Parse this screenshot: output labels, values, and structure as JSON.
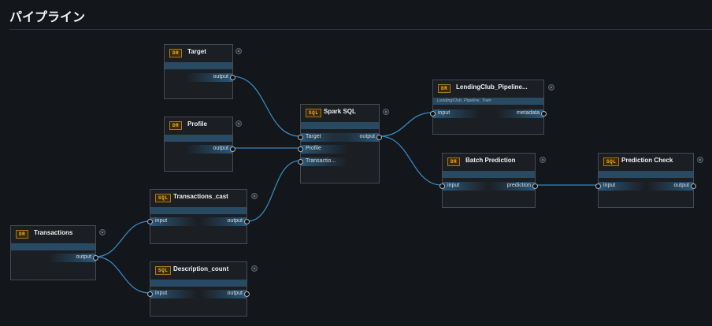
{
  "page": {
    "title": "パイプライン"
  },
  "colors": {
    "background": "#13161a",
    "node_border": "#454b52",
    "wire": "#3a87bf",
    "badge": "#f3b234"
  },
  "nodes": {
    "target": {
      "badge": "DR",
      "name": "Target",
      "outputs": [
        "output"
      ]
    },
    "profile": {
      "badge": "DR",
      "name": "Profile",
      "outputs": [
        "output"
      ]
    },
    "spark_sql": {
      "badge": "SQL",
      "name": "Spark SQL",
      "inputs": [
        "Target",
        "Profile",
        "Transactio..."
      ],
      "outputs": [
        "output"
      ]
    },
    "lendingclub": {
      "badge": "DR",
      "name": "LendingClub_Pipeline...",
      "subtitle": "LendingClub_Pipeline_Train",
      "inputs": [
        "input"
      ],
      "outputs": [
        "metadata"
      ]
    },
    "batch_prediction": {
      "badge": "DR",
      "name": "Batch Prediction",
      "inputs": [
        "input"
      ],
      "outputs": [
        "prediction"
      ]
    },
    "prediction_check": {
      "badge": "SQL",
      "name": "Prediction Check",
      "inputs": [
        "input"
      ],
      "outputs": [
        "output"
      ]
    },
    "transactions_cast": {
      "badge": "SQL",
      "name": "Transactions_cast",
      "inputs": [
        "input"
      ],
      "outputs": [
        "output"
      ]
    },
    "transactions": {
      "badge": "DR",
      "name": "Transactions",
      "outputs": [
        "output"
      ]
    },
    "description_count": {
      "badge": "SQL",
      "name": "Description_count",
      "inputs": [
        "input"
      ],
      "outputs": [
        "output"
      ]
    }
  }
}
